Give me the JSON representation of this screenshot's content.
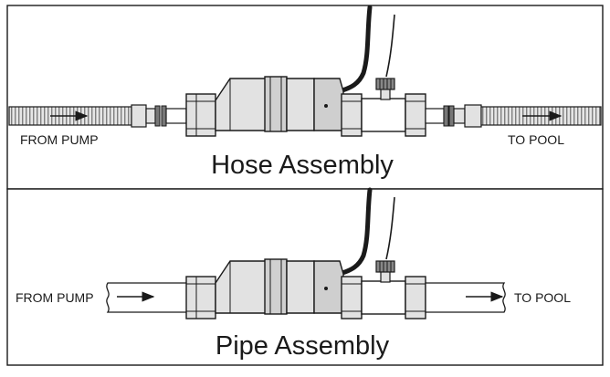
{
  "hose_panel": {
    "title": "Hose Assembly",
    "inlet_label": "FROM PUMP",
    "outlet_label": "TO POOL"
  },
  "pipe_panel": {
    "title": "Pipe Assembly",
    "inlet_label": "FROM PUMP",
    "outlet_label": "TO POOL"
  },
  "colors": {
    "line": "#1a1a1a",
    "fill_light": "#e2e2e2",
    "fill_mid": "#bdbdbd",
    "background": "#ffffff"
  }
}
